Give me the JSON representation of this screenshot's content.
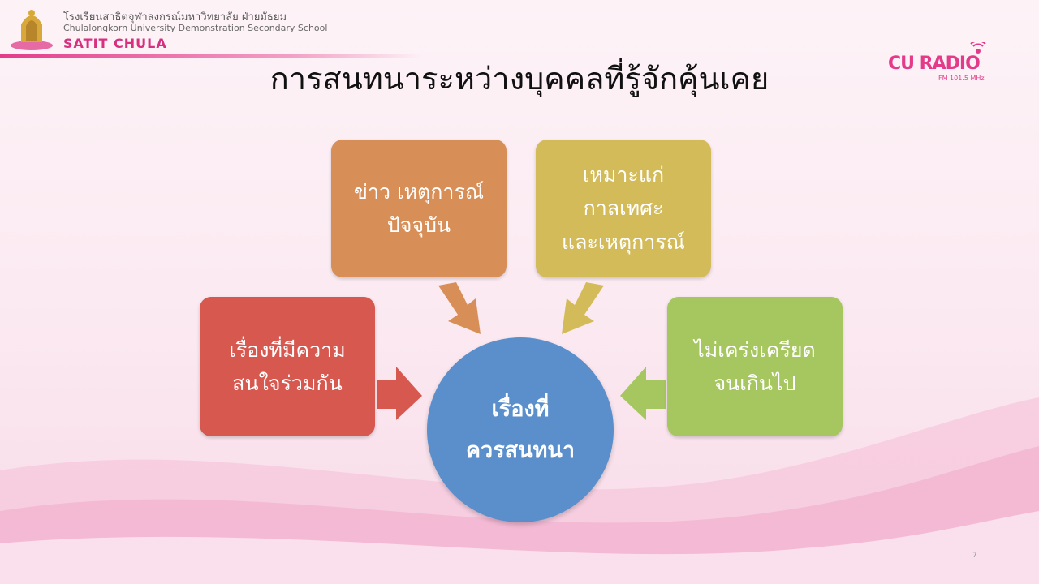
{
  "header": {
    "school_name_thai": "โรงเรียนสาธิตจุฬาลงกรณ์มหาวิทยาลัย ฝ่ายมัธยม",
    "school_name_english": "Chulalongkorn University Demonstration Secondary School",
    "school_short": "SATIT CHULA",
    "radio_name": "CU RADIO",
    "radio_frequency": "FM 101.5 MHz"
  },
  "slide": {
    "title": "การสนทนาระหว่างบุคคลที่รู้จักคุ้นเคย",
    "page_number": "7"
  },
  "diagram": {
    "center": "เรื่องที่\nควรสนทนา",
    "boxes": [
      {
        "text": "เรื่องที่มีความ\nสนใจร่วมกัน",
        "color": "#d6584f"
      },
      {
        "text": "ข่าว เหตุการณ์\nปัจจุบัน",
        "color": "#d88f57"
      },
      {
        "text": "เหมาะแก่\nกาลเทศะ\nและเหตุการณ์",
        "color": "#d3bb5a"
      },
      {
        "text": "ไม่เคร่งเครียด\nจนเกินไป",
        "color": "#a6c65f"
      }
    ],
    "center_color": "#5a8fcc"
  }
}
